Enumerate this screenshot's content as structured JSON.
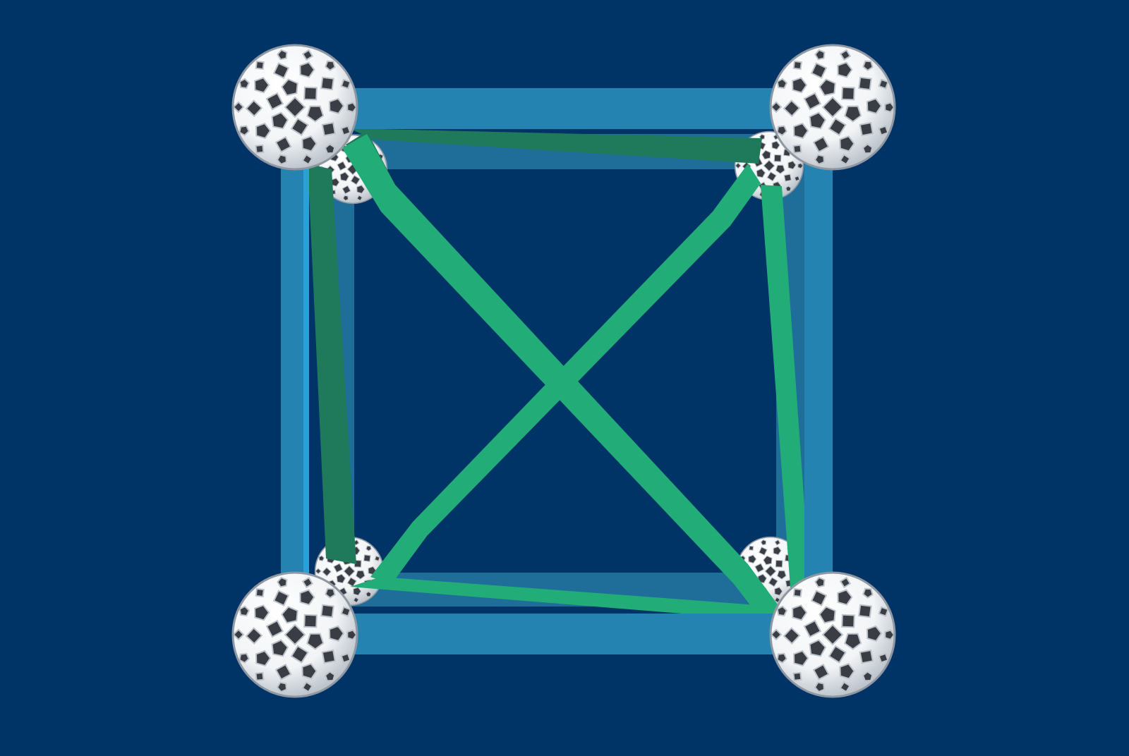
{
  "scene": {
    "type": "3d-render",
    "subject": "cube-strut-frame-with-tetrahedron",
    "node_style": "openwork-polyhedral-ball",
    "colors": {
      "background": "#003366",
      "cube_strut": "#2483b0",
      "cube_strut_inner": "#1f6d99",
      "cube_strut_edge": "#2a9fd8",
      "tetra_strut": "#22ad78",
      "tetra_strut_shade": "#1f7a5c",
      "node_face": "#f2f4f6",
      "node_shade": "#bcc3cb",
      "node_hole": "#3a3e44"
    }
  }
}
